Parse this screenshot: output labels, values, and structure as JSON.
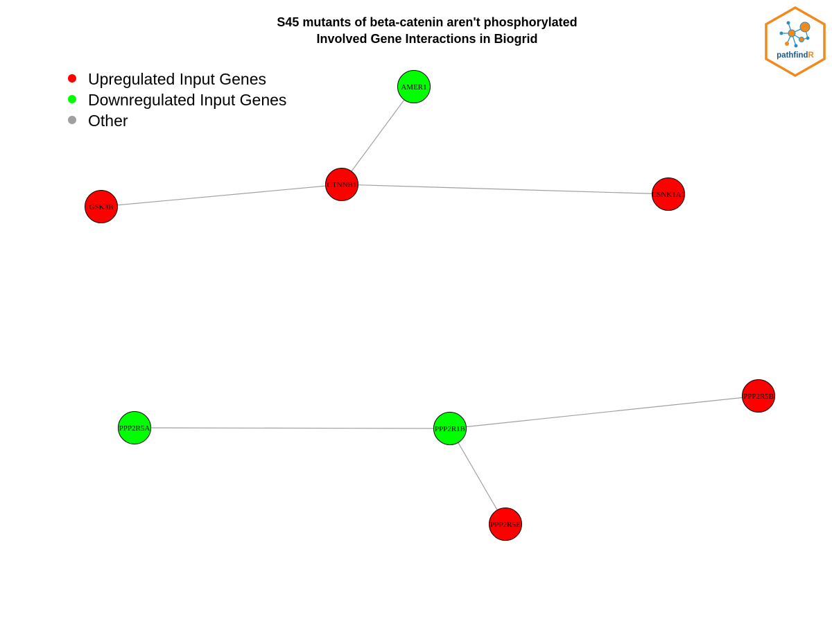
{
  "title": {
    "line1": "S45 mutants of beta-catenin aren't phosphorylated",
    "line2": "Involved Gene Interactions in Biogrid"
  },
  "legend": [
    {
      "label": "Upregulated Input Genes",
      "color": "#ff0000"
    },
    {
      "label": "Downregulated Input Genes",
      "color": "#00ff00"
    },
    {
      "label": "Other",
      "color": "#a0a0a0"
    }
  ],
  "colors": {
    "up": "#ff0000",
    "down": "#00ff00",
    "edge": "#a0a0a0",
    "node_border": "#000000",
    "logo_orange": "#f0891e",
    "logo_blue": "#2a8fbf",
    "logo_text": "#1a5a8a"
  },
  "nodes": [
    {
      "id": "AMER1",
      "label": "AMER1",
      "type": "down"
    },
    {
      "id": "CTNNB1",
      "label": "CTNNB1",
      "type": "up"
    },
    {
      "id": "GSK3B",
      "label": "GSK3B",
      "type": "up"
    },
    {
      "id": "CSNK1A1",
      "label": "CSNK1A1",
      "type": "up"
    },
    {
      "id": "PPP2R5A",
      "label": "PPP2R5A",
      "type": "down"
    },
    {
      "id": "PPP2R1B",
      "label": "PPP2R1B",
      "type": "down"
    },
    {
      "id": "PPP2R5B",
      "label": "PPP2R5B",
      "type": "up"
    },
    {
      "id": "PPP2R5E",
      "label": "PPP2R5E",
      "type": "up"
    }
  ],
  "edges": [
    {
      "source": "CTNNB1",
      "target": "AMER1"
    },
    {
      "source": "CTNNB1",
      "target": "GSK3B"
    },
    {
      "source": "CTNNB1",
      "target": "CSNK1A1"
    },
    {
      "source": "PPP2R1B",
      "target": "PPP2R5A"
    },
    {
      "source": "PPP2R1B",
      "target": "PPP2R5B"
    },
    {
      "source": "PPP2R1B",
      "target": "PPP2R5E"
    }
  ],
  "logo": {
    "text_main": "pathfind",
    "text_accent": "R",
    "icon": "network-graph-icon"
  }
}
